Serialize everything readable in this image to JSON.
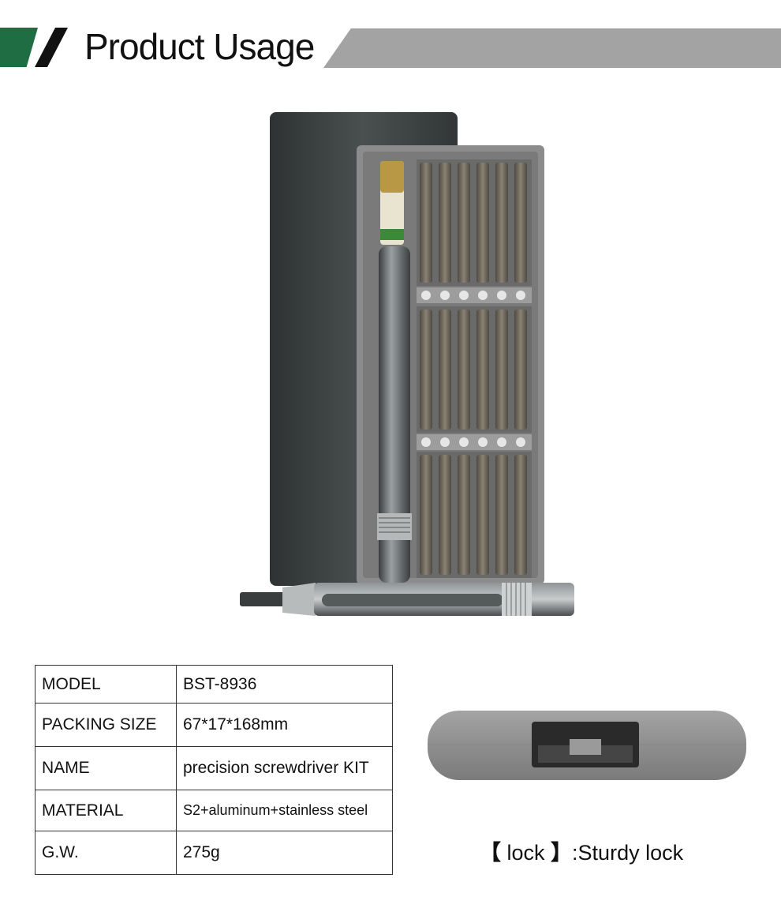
{
  "header": {
    "title": "Product Usage"
  },
  "specs": {
    "rows": [
      {
        "label": "MODEL",
        "value": "BST-8936"
      },
      {
        "label": "PACKING SIZE",
        "value": "67*17*168mm"
      },
      {
        "label": "NAME",
        "value": "precision screwdriver KIT"
      },
      {
        "label": "MATERIAL",
        "value": "S2+aluminum+stainless steel"
      },
      {
        "label": "G.W.",
        "value": "275g"
      }
    ]
  },
  "lock": {
    "open": "【",
    "word": "lock",
    "close": "】",
    "text": ":Sturdy lock"
  },
  "colors": {
    "accent_green": "#1f6e43",
    "banner_gray": "#a3a3a3",
    "case_dark": "#3d4142",
    "tray_gray": "#8a8a8a",
    "bit_bronze": "#6b6356"
  }
}
